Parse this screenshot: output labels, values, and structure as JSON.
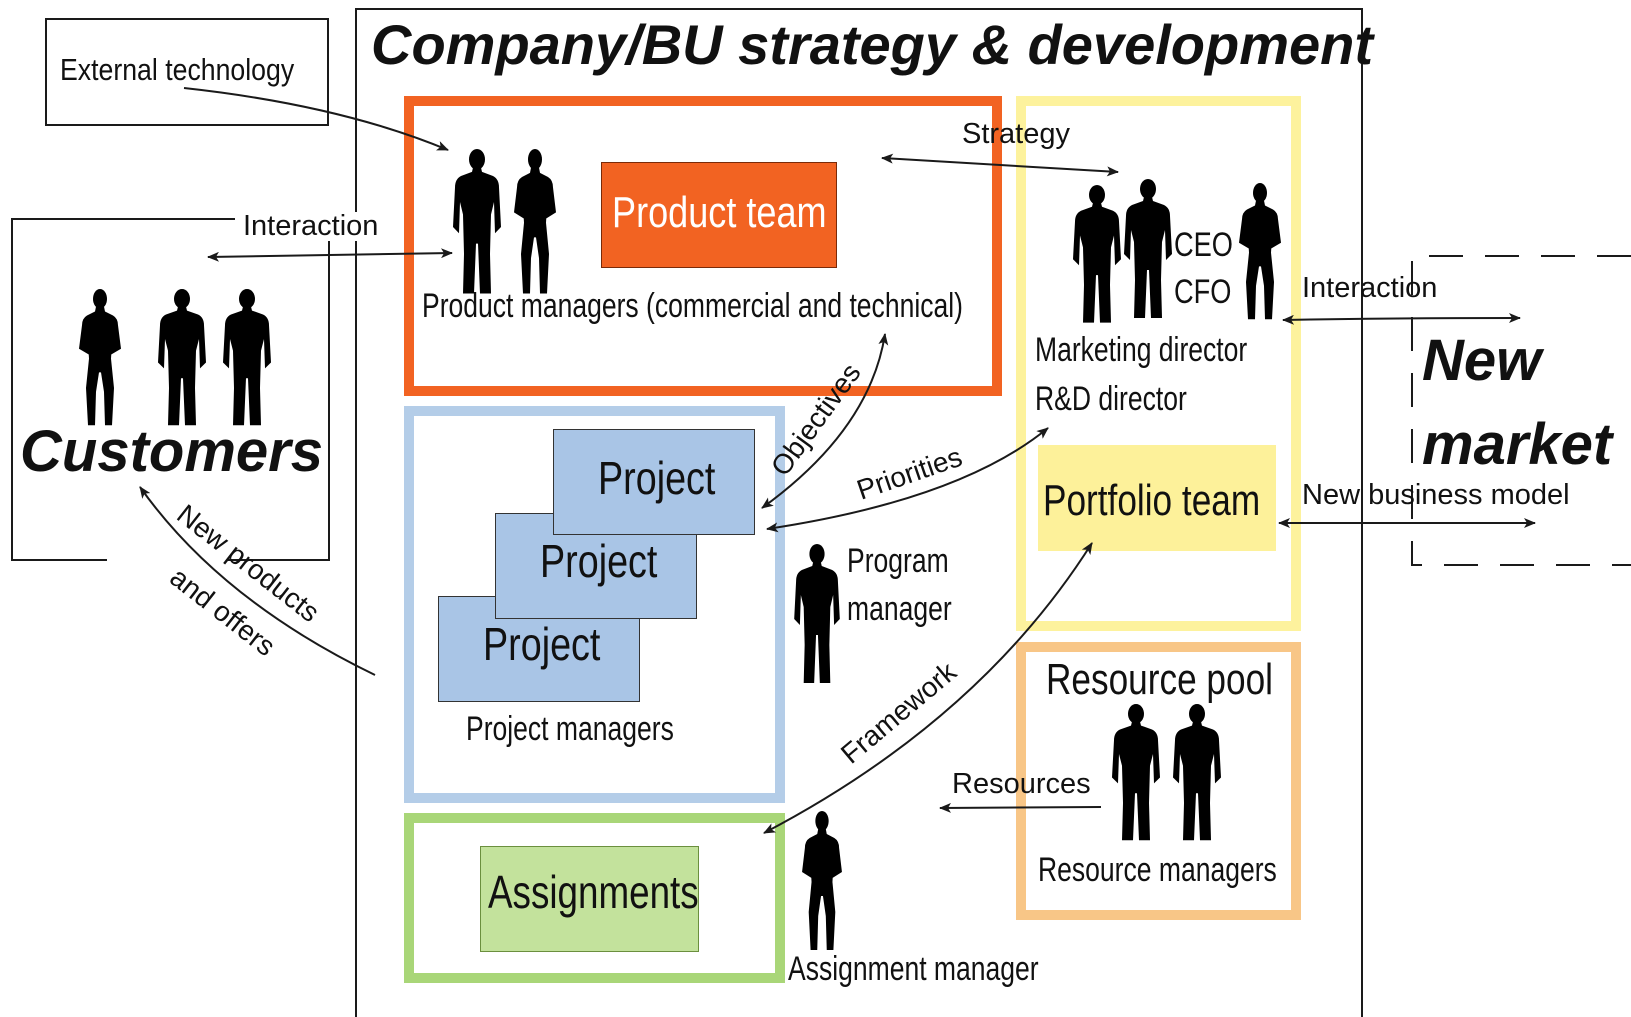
{
  "title": "Company/BU strategy & development",
  "external_technology": "External technology",
  "customers": {
    "label": "Customers"
  },
  "new_market": {
    "line1": "New",
    "line2": "market"
  },
  "product_team": {
    "label": "Product team",
    "managers": "Product managers (commercial and technical)"
  },
  "portfolio": {
    "ceo": "CEO",
    "cfo": "CFO",
    "marketing_director": "Marketing director",
    "rd_director": "R&D director",
    "team_label": "Portfolio team"
  },
  "projects": {
    "items": [
      "Project",
      "Project",
      "Project"
    ],
    "managers": "Project managers"
  },
  "program_manager": {
    "line1": "Program",
    "line2": "manager"
  },
  "resource_pool": {
    "label": "Resource pool",
    "managers": "Resource managers"
  },
  "assignments": {
    "label": "Assignments",
    "manager": "Assignment manager"
  },
  "flows": {
    "interaction_customers": "Interaction",
    "strategy": "Strategy",
    "interaction_market": "Interaction",
    "new_business_model": "New business model",
    "objectives": "Objectives",
    "priorities": "Priorities",
    "framework": "Framework",
    "resources": "Resources",
    "new_products_1": "New products",
    "new_products_2": "and offers"
  },
  "colors": {
    "product_team": "#f26322",
    "portfolio_border": "#fdf29d",
    "portfolio_fill": "#fdf19a",
    "project_border": "#b4cde8",
    "project_fill": "#a9c5e6",
    "resource_border": "#f8c687",
    "assignment_border": "#a9d678",
    "assignment_fill": "#c3e29c"
  }
}
